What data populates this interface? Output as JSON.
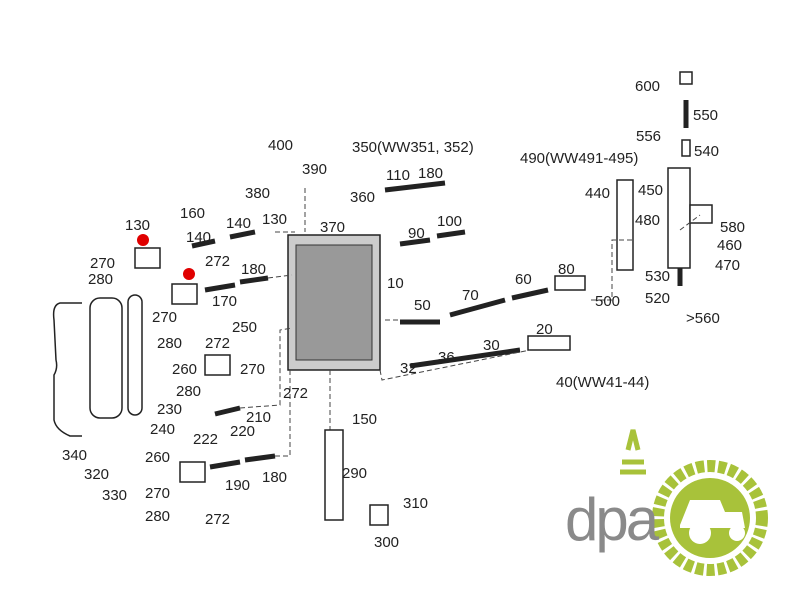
{
  "labels": [
    "400",
    "390",
    "380",
    "350(WW351, 352)",
    "360",
    "110",
    "180",
    "370",
    "90",
    "100",
    "130",
    "160",
    "140",
    "140",
    "130",
    "270",
    "272",
    "280",
    "180",
    "170",
    "270",
    "250",
    "10",
    "280",
    "272",
    "260",
    "270",
    "280",
    "272",
    "230",
    "210",
    "240",
    "222",
    "220",
    "260",
    "180",
    "190",
    "270",
    "280",
    "272",
    "340",
    "320",
    "330",
    "150",
    "290",
    "310",
    "300",
    "50",
    "70",
    "60",
    "80",
    "500",
    "32",
    "36",
    "30",
    "20",
    "40(WW41-44)",
    "600",
    "550",
    "556",
    "540",
    "490(WW491-495)",
    "440",
    "450",
    "480",
    "580",
    "460",
    "470",
    "530",
    "520",
    ">560"
  ],
  "logo": {
    "text": "dpa",
    "green": "#a8c23a",
    "grey": "#8a8a8a"
  },
  "highlight_color": "#e00000"
}
